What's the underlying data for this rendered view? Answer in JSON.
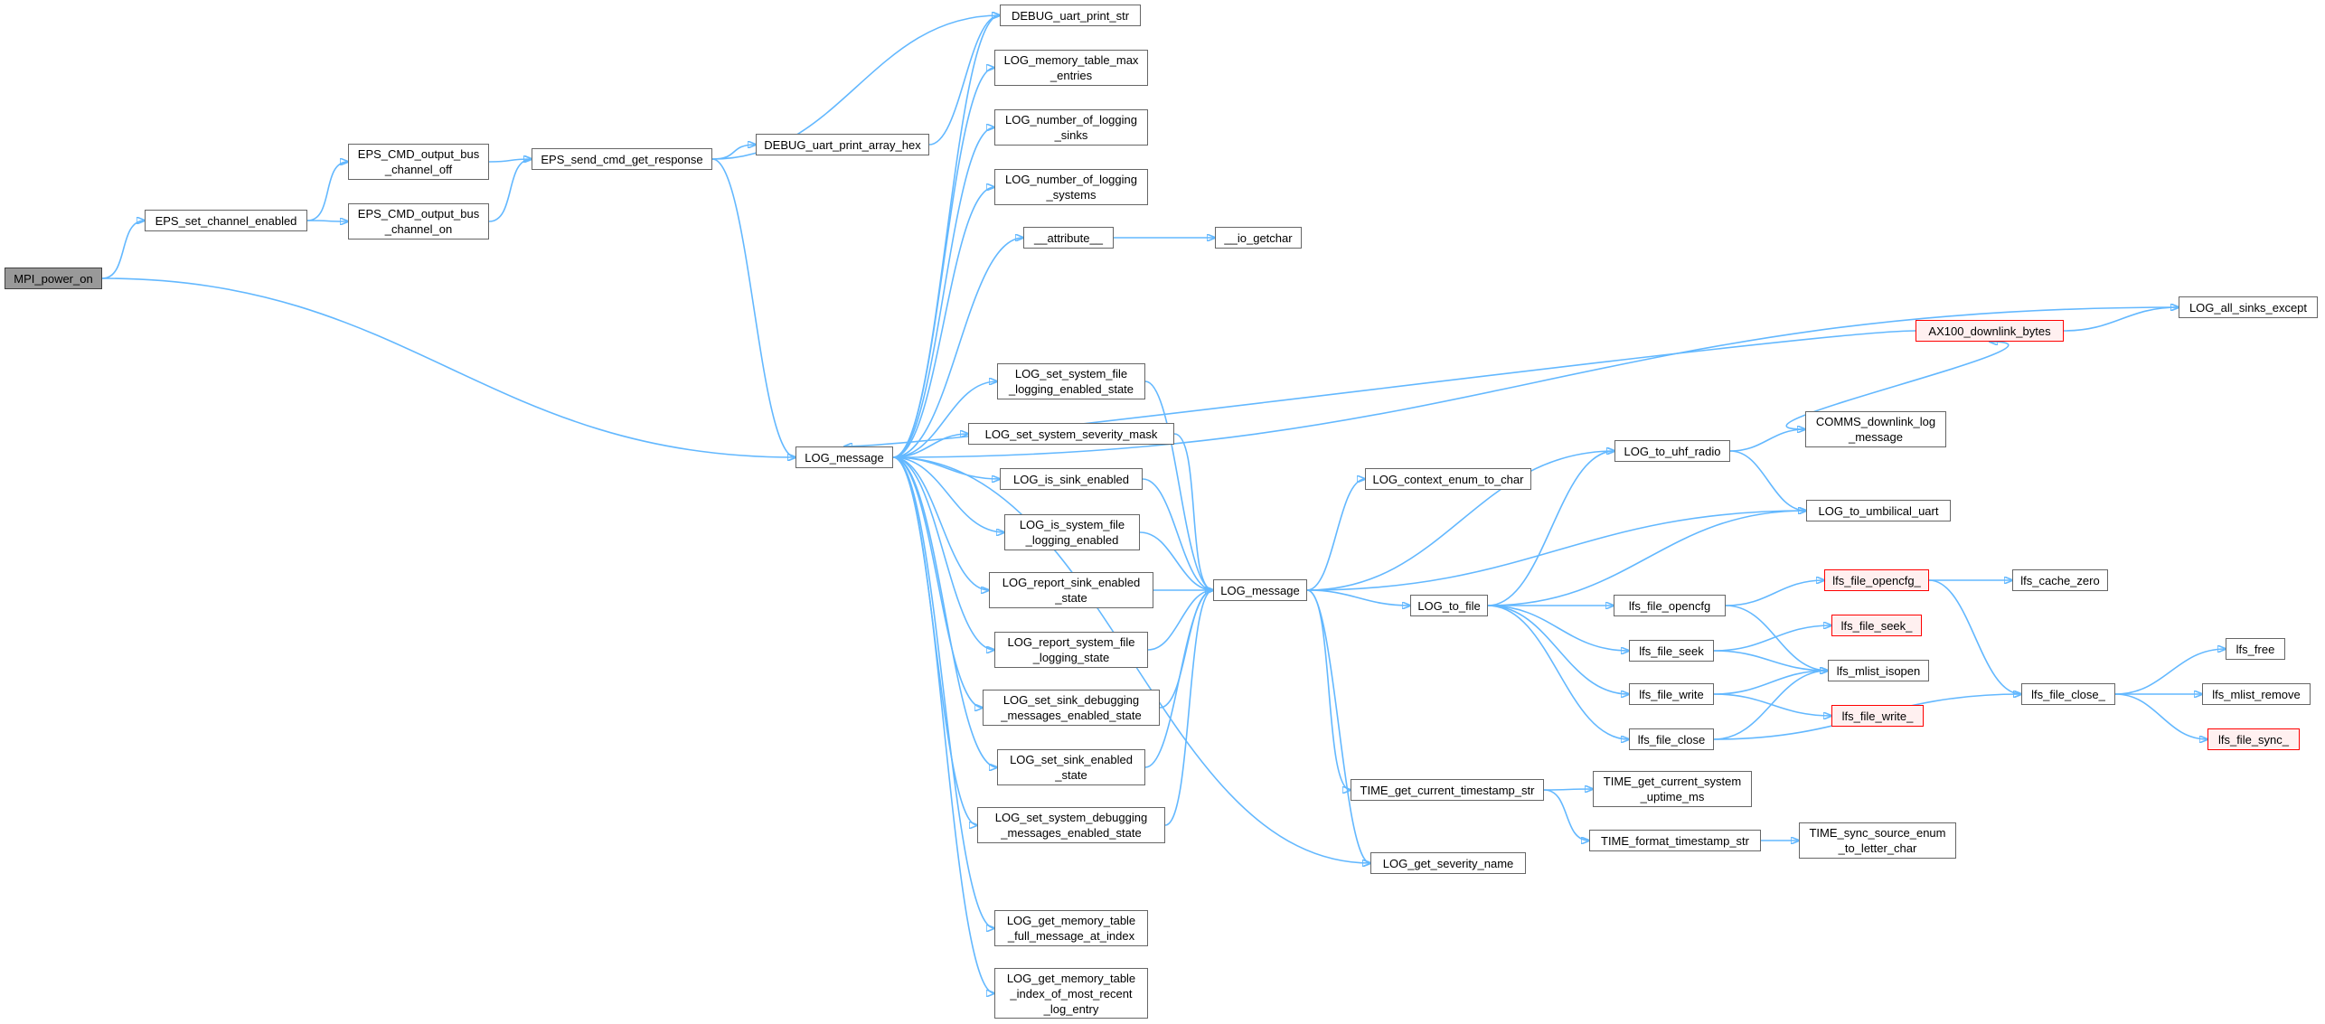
{
  "colors": {
    "edge": "#63b8ff",
    "node_border": "#666666",
    "root_fill": "#999999",
    "truncated_border": "#ff0000",
    "truncated_fill": "#fff0f0"
  },
  "nodes": {
    "mpi_power_on": {
      "label": "MPI_power_on",
      "style": "root"
    },
    "eps_set_channel_enabled": {
      "label": "EPS_set_channel_enabled"
    },
    "eps_cmd_output_bus_channel_off": {
      "label": "EPS_CMD_output_bus\n_channel_off"
    },
    "eps_cmd_output_bus_channel_on": {
      "label": "EPS_CMD_output_bus\n_channel_on"
    },
    "eps_send_cmd_get_response": {
      "label": "EPS_send_cmd_get_response"
    },
    "debug_uart_print_array_hex": {
      "label": "DEBUG_uart_print_array_hex"
    },
    "debug_uart_print_str": {
      "label": "DEBUG_uart_print_str"
    },
    "log_message_a": {
      "label": "LOG_message"
    },
    "log_memory_table_max_entries": {
      "label": "LOG_memory_table_max\n_entries"
    },
    "log_number_of_logging_sinks": {
      "label": "LOG_number_of_logging\n_sinks"
    },
    "log_number_of_logging_systems": {
      "label": "LOG_number_of_logging\n_systems"
    },
    "attribute": {
      "label": "__attribute__"
    },
    "io_getchar": {
      "label": "__io_getchar"
    },
    "log_set_system_file_logging_enabled_state": {
      "label": "LOG_set_system_file\n_logging_enabled_state"
    },
    "log_set_system_severity_mask": {
      "label": "LOG_set_system_severity_mask"
    },
    "log_is_sink_enabled": {
      "label": "LOG_is_sink_enabled"
    },
    "log_is_system_file_logging_enabled": {
      "label": "LOG_is_system_file\n_logging_enabled"
    },
    "log_report_sink_enabled_state": {
      "label": "LOG_report_sink_enabled\n_state"
    },
    "log_report_system_file_logging_state": {
      "label": "LOG_report_system_file\n_logging_state"
    },
    "log_set_sink_debugging_messages_enabled_state": {
      "label": "LOG_set_sink_debugging\n_messages_enabled_state"
    },
    "log_set_sink_enabled_state": {
      "label": "LOG_set_sink_enabled\n_state"
    },
    "log_set_system_debugging_messages_enabled_state": {
      "label": "LOG_set_system_debugging\n_messages_enabled_state"
    },
    "log_get_memory_table_full_message_at_index": {
      "label": "LOG_get_memory_table\n_full_message_at_index"
    },
    "log_get_memory_table_index_of_most_recent_log_entry": {
      "label": "LOG_get_memory_table\n_index_of_most_recent\n_log_entry"
    },
    "log_message_b": {
      "label": "LOG_message"
    },
    "log_context_enum_to_char": {
      "label": "LOG_context_enum_to_char"
    },
    "log_to_file": {
      "label": "LOG_to_file"
    },
    "time_get_current_timestamp_str": {
      "label": "TIME_get_current_timestamp_str"
    },
    "log_get_severity_name": {
      "label": "LOG_get_severity_name"
    },
    "log_to_uhf_radio": {
      "label": "LOG_to_uhf_radio"
    },
    "log_to_umbilical_uart": {
      "label": "LOG_to_umbilical_uart"
    },
    "comms_downlink_log_message": {
      "label": "COMMS_downlink_log\n_message"
    },
    "ax100_downlink_bytes": {
      "label": "AX100_downlink_bytes",
      "style": "red"
    },
    "log_all_sinks_except": {
      "label": "LOG_all_sinks_except"
    },
    "lfs_file_opencfg": {
      "label": "lfs_file_opencfg"
    },
    "lfs_file_seek": {
      "label": "lfs_file_seek"
    },
    "lfs_file_write": {
      "label": "lfs_file_write"
    },
    "lfs_file_close": {
      "label": "lfs_file_close"
    },
    "lfs_file_opencfg_": {
      "label": "lfs_file_opencfg_",
      "style": "red"
    },
    "lfs_file_seek_": {
      "label": "lfs_file_seek_",
      "style": "red"
    },
    "lfs_mlist_isopen": {
      "label": "lfs_mlist_isopen"
    },
    "lfs_file_write_": {
      "label": "lfs_file_write_",
      "style": "red"
    },
    "lfs_cache_zero": {
      "label": "lfs_cache_zero"
    },
    "lfs_file_close_": {
      "label": "lfs_file_close_"
    },
    "lfs_free": {
      "label": "lfs_free"
    },
    "lfs_mlist_remove": {
      "label": "lfs_mlist_remove"
    },
    "lfs_file_sync_": {
      "label": "lfs_file_sync_",
      "style": "red"
    },
    "time_get_current_system_uptime_ms": {
      "label": "TIME_get_current_system\n_uptime_ms"
    },
    "time_format_timestamp_str": {
      "label": "TIME_format_timestamp_str"
    },
    "time_sync_source_enum_to_letter_char": {
      "label": "TIME_sync_source_enum\n_to_letter_char"
    }
  },
  "edges": [
    [
      "mpi_power_on",
      "eps_set_channel_enabled"
    ],
    [
      "mpi_power_on",
      "log_message_a"
    ],
    [
      "eps_set_channel_enabled",
      "eps_cmd_output_bus_channel_off"
    ],
    [
      "eps_set_channel_enabled",
      "eps_cmd_output_bus_channel_on"
    ],
    [
      "eps_cmd_output_bus_channel_off",
      "eps_send_cmd_get_response"
    ],
    [
      "eps_cmd_output_bus_channel_on",
      "eps_send_cmd_get_response"
    ],
    [
      "eps_send_cmd_get_response",
      "debug_uart_print_array_hex"
    ],
    [
      "eps_send_cmd_get_response",
      "debug_uart_print_str"
    ],
    [
      "eps_send_cmd_get_response",
      "log_message_a"
    ],
    [
      "debug_uart_print_array_hex",
      "debug_uart_print_str"
    ],
    [
      "log_message_a",
      "debug_uart_print_str"
    ],
    [
      "log_message_a",
      "log_memory_table_max_entries"
    ],
    [
      "log_message_a",
      "log_number_of_logging_sinks"
    ],
    [
      "log_message_a",
      "log_number_of_logging_systems"
    ],
    [
      "log_message_a",
      "attribute"
    ],
    [
      "log_message_a",
      "log_all_sinks_except"
    ],
    [
      "log_message_a",
      "log_set_system_file_logging_enabled_state"
    ],
    [
      "log_message_a",
      "log_set_system_severity_mask"
    ],
    [
      "log_message_a",
      "log_is_sink_enabled"
    ],
    [
      "log_message_a",
      "log_is_system_file_logging_enabled"
    ],
    [
      "log_message_a",
      "log_report_sink_enabled_state"
    ],
    [
      "log_message_a",
      "log_report_system_file_logging_state"
    ],
    [
      "log_message_a",
      "log_set_sink_debugging_messages_enabled_state"
    ],
    [
      "log_message_a",
      "log_set_sink_enabled_state"
    ],
    [
      "log_message_a",
      "log_set_system_debugging_messages_enabled_state"
    ],
    [
      "log_message_a",
      "log_get_severity_name"
    ],
    [
      "log_message_a",
      "log_get_memory_table_full_message_at_index"
    ],
    [
      "log_message_a",
      "log_get_memory_table_index_of_most_recent_log_entry"
    ],
    [
      "ax100_downlink_bytes",
      "log_message_a"
    ],
    [
      "attribute",
      "io_getchar"
    ],
    [
      "log_set_system_file_logging_enabled_state",
      "log_message_b"
    ],
    [
      "log_set_system_severity_mask",
      "log_message_b"
    ],
    [
      "log_is_sink_enabled",
      "log_message_b"
    ],
    [
      "log_is_system_file_logging_enabled",
      "log_message_b"
    ],
    [
      "log_report_sink_enabled_state",
      "log_message_b"
    ],
    [
      "log_report_system_file_logging_state",
      "log_message_b"
    ],
    [
      "log_set_sink_debugging_messages_enabled_state",
      "log_message_b"
    ],
    [
      "log_set_sink_enabled_state",
      "log_message_b"
    ],
    [
      "log_set_system_debugging_messages_enabled_state",
      "log_message_b"
    ],
    [
      "log_message_b",
      "log_to_uhf_radio"
    ],
    [
      "log_message_b",
      "log_context_enum_to_char"
    ],
    [
      "log_message_b",
      "log_to_umbilical_uart"
    ],
    [
      "log_message_b",
      "log_to_file"
    ],
    [
      "log_message_b",
      "time_get_current_timestamp_str"
    ],
    [
      "log_message_b",
      "log_get_severity_name"
    ],
    [
      "log_to_file",
      "log_to_uhf_radio"
    ],
    [
      "log_to_file",
      "log_to_umbilical_uart"
    ],
    [
      "log_to_file",
      "lfs_file_opencfg"
    ],
    [
      "log_to_file",
      "lfs_file_seek"
    ],
    [
      "log_to_file",
      "lfs_file_write"
    ],
    [
      "log_to_file",
      "lfs_file_close"
    ],
    [
      "log_to_uhf_radio",
      "comms_downlink_log_message"
    ],
    [
      "log_to_uhf_radio",
      "log_to_umbilical_uart"
    ],
    [
      "comms_downlink_log_message",
      "ax100_downlink_bytes"
    ],
    [
      "ax100_downlink_bytes",
      "log_all_sinks_except"
    ],
    [
      "lfs_file_opencfg",
      "lfs_file_opencfg_"
    ],
    [
      "lfs_file_opencfg",
      "lfs_mlist_isopen"
    ],
    [
      "lfs_file_seek",
      "lfs_file_seek_"
    ],
    [
      "lfs_file_seek",
      "lfs_mlist_isopen"
    ],
    [
      "lfs_file_write",
      "lfs_mlist_isopen"
    ],
    [
      "lfs_file_write",
      "lfs_file_write_"
    ],
    [
      "lfs_file_close",
      "lfs_mlist_isopen"
    ],
    [
      "lfs_file_close",
      "lfs_file_close_"
    ],
    [
      "lfs_file_opencfg_",
      "lfs_cache_zero"
    ],
    [
      "lfs_file_opencfg_",
      "lfs_file_close_"
    ],
    [
      "lfs_file_close_",
      "lfs_free"
    ],
    [
      "lfs_file_close_",
      "lfs_mlist_remove"
    ],
    [
      "lfs_file_close_",
      "lfs_file_sync_"
    ],
    [
      "time_get_current_timestamp_str",
      "time_get_current_system_uptime_ms"
    ],
    [
      "time_get_current_timestamp_str",
      "time_format_timestamp_str"
    ],
    [
      "time_format_timestamp_str",
      "time_sync_source_enum_to_letter_char"
    ]
  ]
}
